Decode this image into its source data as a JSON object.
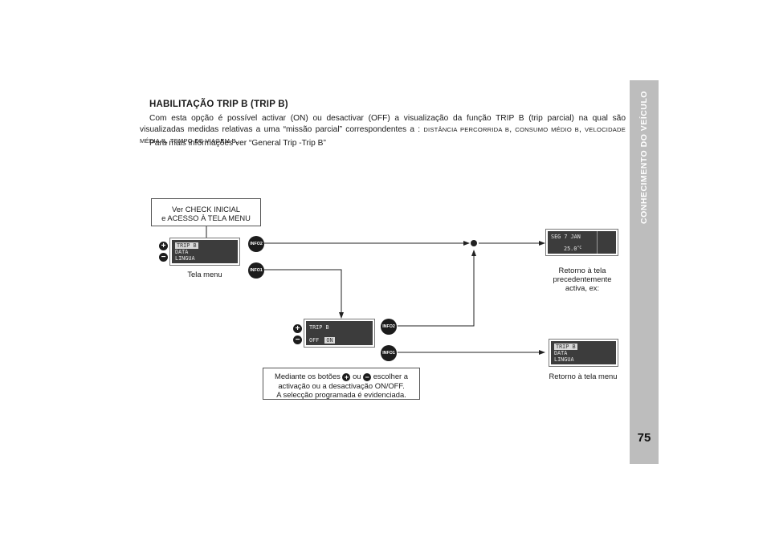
{
  "sidebar": {
    "section_title": "CONHECIMENTO DO VEÍCULO",
    "page_number": "75"
  },
  "section": {
    "heading": "HABILITAÇÃO TRIP B (TRIP B)",
    "para1_main": "Com esta opção é possível activar (ON) ou desactivar (OFF) a visualização da função TRIP B (trip parcial) na qual são visualizadas medidas relativas a uma “missão parcial” correspondentes a :",
    "para1_items": [
      "DISTÂNCIA PERCORRIDA B",
      "CONSUMO MÉDIO B",
      "VELOCIDADE MÉDIA B",
      "TEMPO DE VIAGEM B"
    ],
    "para2": "Para mais informações ver “General Trip -Trip B”"
  },
  "diagram": {
    "check_box_line1": "Ver CHECK INICIAL",
    "check_box_line2": "e ACESSO À TELA MENU",
    "menu_caption": "Tela menu",
    "menu_lines": [
      "TRIP B",
      "DATA",
      "LINGUA"
    ],
    "tripb_title": "TRIP B",
    "tripb_off": "OFF",
    "tripb_on": "ON",
    "prev_date": "SEG 7 JAN",
    "prev_temp": "25.0",
    "prev_temp_unit": "°C",
    "prev_caption_line1": "Retorno à tela",
    "prev_caption_line2": "precedentemente",
    "prev_caption_line3": "activa, ex:",
    "return_menu_caption": "Retorno à tela menu",
    "info1": "INFO1",
    "info2": "INFO2",
    "plus": "+",
    "minus": "−",
    "instr_prefix": "Mediante os botões",
    "instr_ou": "ou",
    "instr_suffix": "escolher a",
    "instr_line2": "activação ou a desactivação ON/OFF.",
    "instr_line3": "A selecção programada é evidenciada."
  }
}
